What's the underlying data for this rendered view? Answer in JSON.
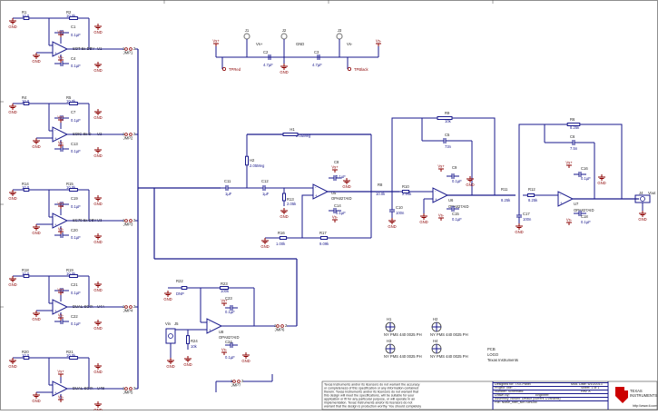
{
  "opamp_stages": [
    {
      "r_in": "R1",
      "r_in_val": "10.0",
      "r_fb": "R2",
      "r_fb_val": "10.0k",
      "c_a": "C1",
      "c_a_val": "0.1µF",
      "c_b": "C4",
      "c_b_val": "0.1µF",
      "unit": "U1",
      "package": "SOT-5x-DBV",
      "jumper": "JMP1"
    },
    {
      "r_in": "R4",
      "r_in_val": "10.0",
      "r_fb": "R5",
      "r_fb_val": "10.0k",
      "c_a": "C7",
      "c_a_val": "0.1µF",
      "c_b": "C13",
      "c_b_val": "0.1µF",
      "unit": "U2",
      "package": "SOIC-8x-D",
      "jumper": "JMP2"
    },
    {
      "r_in": "R14",
      "r_in_val": "10.0",
      "r_fb": "R15",
      "r_fb_val": "10.0k",
      "c_a": "C19",
      "c_a_val": "0.1µF",
      "c_b": "C20",
      "c_b_val": "0.1µF",
      "unit": "U3",
      "package": "SC70-5x-DBV",
      "jumper": "JMP3"
    },
    {
      "r_in": "R18",
      "r_in_val": "10.0",
      "r_fb": "R19",
      "r_fb_val": "10.0k",
      "c_a": "C21",
      "c_a_val": "0.1µF",
      "c_b": "C22",
      "c_b_val": "0.1µF",
      "unit": "U4A",
      "package": "DUAL-SOIX",
      "jumper": "JMP4"
    },
    {
      "r_in": "R20",
      "r_in_val": "10.0",
      "r_fb": "R21",
      "r_fb_val": "10.0k",
      "c_a": "",
      "c_a_val": "",
      "c_b": "",
      "c_b_val": "",
      "unit": "U4B",
      "package": "DUAL-SOIX",
      "jumper": "JMP5"
    }
  ],
  "power": {
    "labels": [
      "Vs+",
      "J1",
      "Vs+",
      "J2",
      "GND",
      "J3",
      "Vs-",
      "Vs-",
      "GND"
    ],
    "c2": "C2",
    "c2_val": "4.7µF",
    "c3": "C3",
    "c3_val": "4.7µF",
    "tp1": "TPRed",
    "tp2": "TPBlack"
  },
  "filter": {
    "h1": "H1",
    "h1_val": "2.05Meg",
    "h2": "H2",
    "h2_val": "2.05Meg",
    "c11": "C11",
    "c11_val": "1µF",
    "c12": "C12",
    "c12_val": "1µF",
    "r13": "R13",
    "r13_val": "2.05k",
    "r16": "R16",
    "r16_val": "1.00k",
    "r17": "R17",
    "r17_val": "9.09k",
    "c8": "C8",
    "c8_val": "0.1µF",
    "c14": "C14",
    "c14_val": "0.1µF",
    "u5": "U5",
    "u5_pkg": "OPA827AID",
    "r8": "R8",
    "r8_val": "10.0k",
    "r10": "R10",
    "r10_val": "2.94k",
    "c10": "C10",
    "c10_val": "100n",
    "r9": "R9",
    "r9_val": "10k",
    "c5": "C5",
    "c5_val": "73n",
    "c9": "C9",
    "c9_val": "0.1µF",
    "c15": "C15",
    "c15_val": "0.1µF",
    "u6": "U6",
    "u6_pkg": "OPA827AID",
    "r11": "R11",
    "r11_val": "8.25k",
    "r12": "R12",
    "r12_val": "8.25k",
    "c17": "C17",
    "c17_val": "100n",
    "r6": "R6",
    "r6_val": "8.25k",
    "c6": "C6",
    "c6_val": "7.5n",
    "c16": "C16",
    "c16_val": "0.1µF",
    "c18": "C18",
    "c18_val": "0.1µF",
    "u7": "U7",
    "u7_pkg": "OPA827AID",
    "j4": "J4",
    "vout": "Vout"
  },
  "input_stage": {
    "r22": "R22",
    "r22_val": "DNP",
    "r23": "R23",
    "r23_val": "100k",
    "c23": "C23",
    "c23_val": "0.1µF",
    "c24": "C24",
    "c24_val": "0.1µF",
    "r24": "R24",
    "r24_val": "10k",
    "u8": "U8",
    "u8_pkg": "OPA827AID",
    "j5": "J5",
    "vin": "Vin",
    "jmp6": "JMP6",
    "jmp7": "JMP7"
  },
  "mounting": [
    {
      "ref": "H1",
      "desc": "NY PMS 440 0025 PH"
    },
    {
      "ref": "H2",
      "desc": "NY PMS 440 0025 PH"
    },
    {
      "ref": "H3",
      "desc": "NY PMS 440 0025 PH"
    },
    {
      "ref": "H4",
      "desc": "NY PMS 440 0025 PH"
    }
  ],
  "logo": {
    "line1": "PCB",
    "line2": "LOGO",
    "line3": "Texas Instruments"
  },
  "disclaimer": "Texas Instruments and/or its licensors do not warrant the accuracy or completeness of this specification or any information contained therein. Texas Instruments and/or its licensors do not warrant that this design will meet the specifications, will be suitable for your application or fit for any particular purpose, or will operate in an implementation. Texas Instruments and/or its licensors do not warrant that the design is production worthy. You should completely validate and test your design implementation to confirm the system functionality for your application.",
  "title_block": {
    "designed_for": "Designed for: TXX-Panel",
    "mod_date": "Mod. Date: 6/10/2013",
    "project": "Project Title: ...",
    "number": "Number: Schematic",
    "rev": "Rev: A",
    "sheet": "Sheet: 1 of 1",
    "drawn_by": "Drawn By:",
    "engineer": "Engineer:",
    "assembly": "Assembly Variant: Default (current 1/Variants)",
    "file": "File: Noise_filter_sch.SchDoc",
    "ti_line1": "TEXAS",
    "ti_line2": "INSTRUMENTS",
    "url": "http://www.ti.com"
  },
  "colors": {
    "wire": "#1a1a8c",
    "ground": "#8b0000",
    "power": "#8b0000",
    "text": "#1a1a8c"
  }
}
